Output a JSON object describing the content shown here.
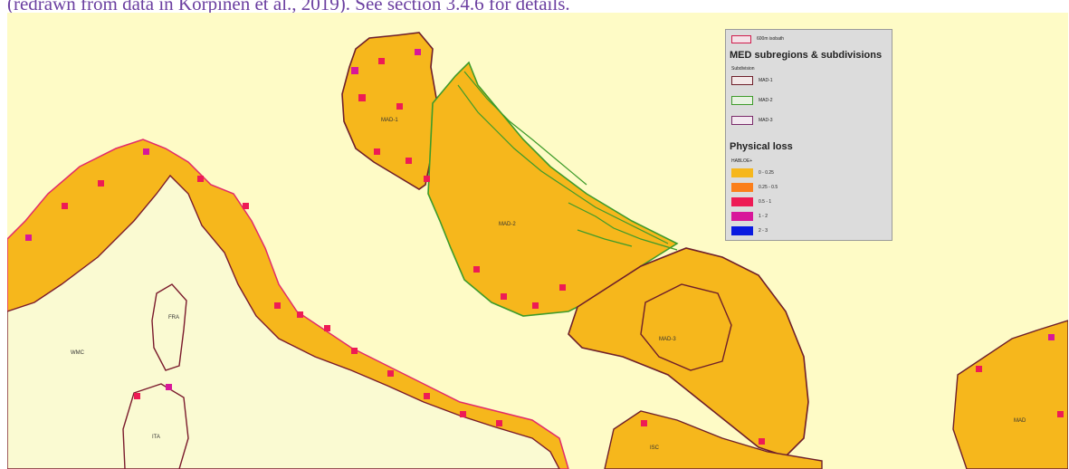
{
  "caption": "(redrawn from data in Korpinen et al., 2019). See section 3.4.6 for details.",
  "colors": {
    "sea": "#fefbc6",
    "land": "#fafad2",
    "loss_low": "#f6b71c",
    "loss_mid": "#fb7f1b",
    "loss_high": "#ee1b55",
    "loss_higher": "#d8179a",
    "loss_top": "#0a1ae0",
    "boundary": "#6e1e2a",
    "mad2_outline": "#3d9b2a",
    "legend_bg": "#dcdcdc"
  },
  "legend": {
    "top_item": "600m isobath",
    "subregions_title": "MED subregions & subdivisions",
    "subdivision_caption": "Subdivision",
    "subdivisions": [
      "MAD-1",
      "MAD-2",
      "MAD-3"
    ],
    "physical_loss_title": "Physical loss",
    "physical_loss_unit": "HABLOE+",
    "classes": [
      {
        "label": "0 - 0.25",
        "color": "#f6b71c"
      },
      {
        "label": "0.25 - 0.5",
        "color": "#fb7f1b"
      },
      {
        "label": "0.5 - 1",
        "color": "#ee1b55"
      },
      {
        "label": "1 - 2",
        "color": "#d8179a"
      },
      {
        "label": "2 - 3",
        "color": "#0a1ae0"
      }
    ]
  },
  "map": {
    "labels": {
      "mad1": "MAD-1",
      "mad2": "MAD-2",
      "mad3": "MAD-3",
      "wmed": "WMC",
      "fra": "FRA",
      "ita": "ITA",
      "ionian": "ISC",
      "east": "MAD"
    }
  }
}
